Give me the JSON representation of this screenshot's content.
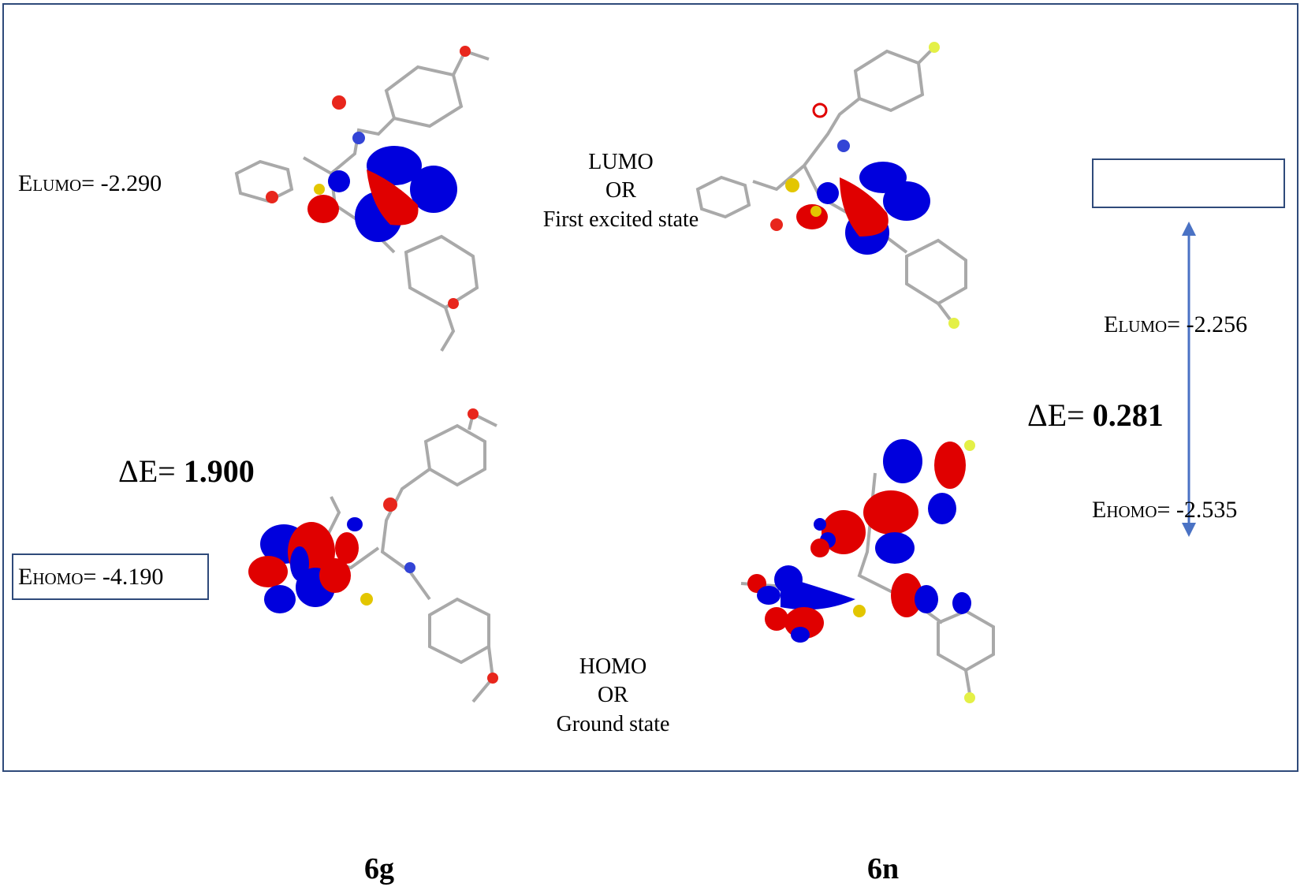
{
  "colors": {
    "frame": "#2f4a7a",
    "arrow": "#4a72c4",
    "orbital_positive": "#e00000",
    "orbital_negative": "#0000dd",
    "carbon": "#a9a9a9",
    "hydrogen": "#e6e6e6",
    "oxygen": "#e8261c",
    "nitrogen": "#3344d6",
    "sulfur": "#e3c600",
    "fluorine": "#e4f046"
  },
  "state_labels": {
    "lumo": [
      "LUMO",
      "OR",
      "First excited state"
    ],
    "homo": [
      "HOMO",
      "OR",
      "Ground state"
    ]
  },
  "compound_6g": {
    "label": "6g",
    "lumo": {
      "prefix": "E",
      "sub": "LUMO",
      "text": "= -2.290"
    },
    "homo": {
      "prefix": "E",
      "sub": "HOMO",
      "text": "= -4.190"
    },
    "gap": {
      "prefix": "ΔE= ",
      "value": "1.900"
    }
  },
  "compound_6n": {
    "label": "6n",
    "lumo": {
      "prefix": "E",
      "sub": "LUMO",
      "text": "= -2.256"
    },
    "homo": {
      "prefix": "E",
      "sub": "HOMO",
      "text": "= -2.535"
    },
    "gap": {
      "prefix": "ΔE= ",
      "value": "0.281"
    }
  }
}
